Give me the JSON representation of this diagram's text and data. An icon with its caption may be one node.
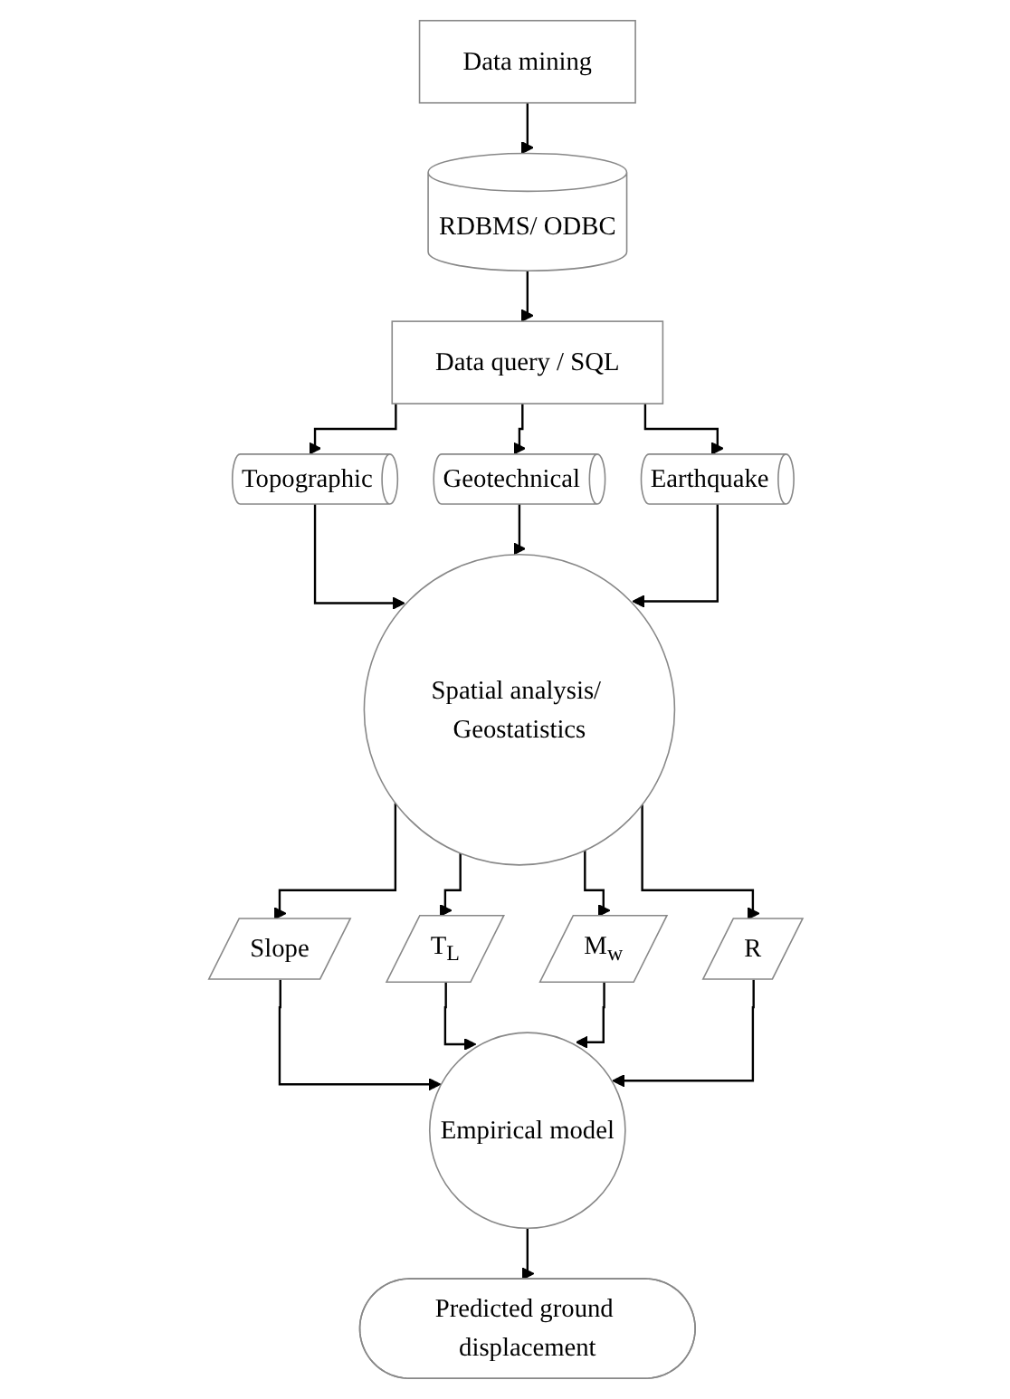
{
  "diagram": {
    "nodes": [
      {
        "text": [
          "Data mining"
        ]
      },
      {
        "text": [
          "RDBMS/ ODBC"
        ]
      },
      {
        "text": [
          "Data query / SQL"
        ]
      },
      {
        "text": [
          "Topographic"
        ]
      },
      {
        "text": [
          "Geotechnical"
        ]
      },
      {
        "text": [
          "Earthquake"
        ]
      },
      {
        "text": [
          "Spatial analysis/ Geostatistics"
        ]
      },
      {
        "text": [
          "Slope"
        ]
      },
      {
        "text": [
          "T$_{L}$"
        ]
      },
      {
        "text": [
          "M$_{w}$"
        ]
      },
      {
        "text": [
          "R"
        ]
      },
      {
        "text": [
          "Empirical model"
        ]
      },
      {
        "text": [
          "Predicted ground displacement"
        ]
      }
    ],
    "edges": [
      {
        "from": 0,
        "to": 1,
        "arrow": "to"
      },
      {
        "from": 1,
        "to": 2,
        "arrow": "to"
      },
      {
        "from": 2,
        "to": 3,
        "arrow": "to"
      },
      {
        "from": 2,
        "to": 4,
        "arrow": "to"
      },
      {
        "from": 2,
        "to": 5,
        "arrow": "to"
      },
      {
        "from": 3,
        "to": 6,
        "arrow": "to"
      },
      {
        "from": 4,
        "to": 6,
        "arrow": "to"
      },
      {
        "from": 5,
        "to": 6,
        "arrow": "to"
      },
      {
        "from": 6,
        "to": 7,
        "arrow": "to"
      },
      {
        "from": 6,
        "to": 8,
        "arrow": "to"
      },
      {
        "from": 6,
        "to": 9,
        "arrow": "to"
      },
      {
        "from": 6,
        "to": 10,
        "arrow": "to"
      },
      {
        "from": 7,
        "to": 11,
        "arrow": "to"
      },
      {
        "from": 8,
        "to": 11,
        "arrow": "to"
      },
      {
        "from": 9,
        "to": 11,
        "arrow": "to"
      },
      {
        "from": 10,
        "to": 11,
        "arrow": "to"
      },
      {
        "from": 11,
        "to": 12,
        "arrow": "to"
      }
    ]
  }
}
